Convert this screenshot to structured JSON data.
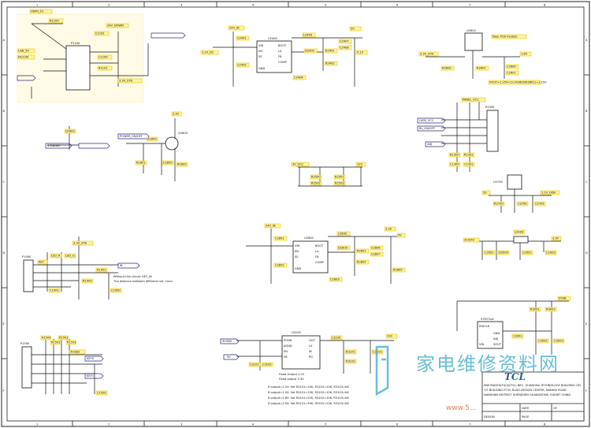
{
  "border": {
    "top_ticks": [
      "1",
      "2",
      "3",
      "4",
      "5",
      "6",
      "7",
      "8"
    ],
    "bottom_ticks": [
      "1",
      "2",
      "3",
      "4",
      "5",
      "6",
      "7",
      "8"
    ],
    "left_ticks": [
      "A",
      "B",
      "C",
      "D",
      "E",
      "F"
    ],
    "right_ticks": [
      "A",
      "B",
      "C",
      "D",
      "E",
      "F"
    ]
  },
  "blocks": {
    "usb_input": {
      "part": "P1100",
      "labels": [
        "HDMI_5V",
        "R1100",
        "C1101",
        "24V_DOWN",
        "USB_5V",
        "NC/10K",
        "C1100",
        "R1101",
        "3.3V_STB"
      ]
    },
    "dcdc_top": {
      "part": "U2400",
      "rails": [
        "24V_IN",
        "1.2V_DC",
        "5V"
      ],
      "pins": [
        "VIN",
        "EN",
        "SS",
        "BOOT",
        "LX",
        "FB",
        "COMP",
        "GND"
      ],
      "labels": [
        "C2401",
        "C2402",
        "L2400",
        "R2401",
        "R2402",
        "C2404",
        "D2400",
        "C2407",
        "C2408",
        "5.1V"
      ]
    },
    "ldo_right": {
      "part": "U2600",
      "caption": "Near PCB module",
      "formula": "VOUT=1.25V+(1+R2600/R2601)=1.25V",
      "labels": [
        "3.3V_STB",
        "R2600",
        "R2601",
        "C2600",
        "C2601",
        "1.8V"
      ]
    },
    "power_switch": {
      "part": "Q1800",
      "labels": [
        "POWER_ON/OFF",
        "STANDBY",
        "R1800",
        "R1801",
        "C1800",
        "R1802",
        "Q1801",
        "3.3V"
      ]
    },
    "connector_right": {
      "part": "P1300",
      "labels": [
        "LVDS_VCC",
        "BL_ON/OFF",
        "ADJ",
        "PANEL_VCC",
        "R1300",
        "R1301",
        "C1300",
        "C1301"
      ]
    },
    "regulator_right": {
      "part": "U2700",
      "labels": [
        "5V",
        "R2700",
        "C2700",
        "C2701",
        "1.1V_DDR"
      ]
    },
    "divider_center": {
      "labels": [
        "3V_VCC",
        "R2500",
        "R2501",
        "12V",
        "R2502",
        "R2503"
      ]
    },
    "dcdc_middle": {
      "part": "U2800",
      "rails": [
        "24V_IN",
        "3.3V",
        "5V"
      ],
      "pins": [
        "VIN",
        "EN",
        "SS",
        "BOOT",
        "LX",
        "FB",
        "COMP",
        "GND"
      ],
      "labels": [
        "C2801",
        "C2802",
        "L2800",
        "R2801",
        "R2802",
        "C2803",
        "D2800",
        "C2806",
        "C2807",
        "R2805"
      ]
    },
    "ir_connector": {
      "part": "P1900",
      "labels": [
        "IR",
        "KEY",
        "LED_R",
        "LED_G",
        "3.3V_STB",
        "R1900",
        "R1901",
        "C1900",
        "C1901"
      ],
      "note1": "Without this circuit: KEY_IN",
      "note2": "The distance between different net: 2mm"
    },
    "reg_3v3_right": {
      "label_in": "3V3/5V",
      "labels": [
        "C2901",
        "D2900",
        "L2900",
        "C2902",
        "3.3V",
        "C2903"
      ]
    },
    "amp_right": {
      "part": "STM71xA",
      "pins": [
        "EN/CLK",
        "GND",
        "ADJ",
        "VOUT",
        "VIN"
      ],
      "labels": [
        "5VSB",
        "R3001",
        "R3002",
        "C3001",
        "C3002",
        "C3003"
      ]
    },
    "keypad_connector": {
      "part": "P1500",
      "labels": [
        "3V3SB",
        "KEY0",
        "KEY1",
        "R1500",
        "R1501",
        "R1502",
        "R1503",
        "C1500"
      ]
    },
    "ldo_bottom": {
      "part": "U3100",
      "inputs": [
        "3V3SB",
        "5V"
      ],
      "pins": [
        "PGND",
        "AGND",
        "EN",
        "FB",
        "OUT",
        "LX",
        "IN",
        "PG"
      ],
      "labels": [
        "L3100",
        "C3101",
        "C3102",
        "R3101",
        "R3102",
        "C3103",
        "1V2"
      ],
      "options": [
        "If output=1.2V: Set R3101=10K, R3102=10K, R3103=NC",
        "If output=1.5V: Set R3101=15K, R3102=10K, R3103=NC",
        "If output=1.8V: Set R3101=20K, R3102=10K, R3103=NC",
        "If output=2.5V: Set R3101=39K, R3102=10K, R3103=NC"
      ],
      "caption_lines": [
        "Fixed Output 1.2V",
        "Fixed output 3.3V"
      ]
    }
  },
  "title_block": {
    "company_line1": "WW RADIO&TV(S)(TCL) NEC, GUANGHA TECHNOLOGY BUILDING LTD",
    "company_line2": "7/F BUILDING P.T.D, BLDG.DESIGN CENTER, NANHAI ROAD",
    "company_line3": "NANSHAN DISTRICT SHENZHEN GUANGDONG 518067 CHINA",
    "logo": "TCL",
    "fields": [
      "DESIGN",
      "DATE",
      "PAGE",
      "OF"
    ]
  },
  "watermark": {
    "text": "家电维修资料网",
    "url": "www.5..."
  },
  "colors": {
    "highlight": "#fff3a0",
    "wire": "#111111",
    "watermark": "#39a9c8"
  }
}
